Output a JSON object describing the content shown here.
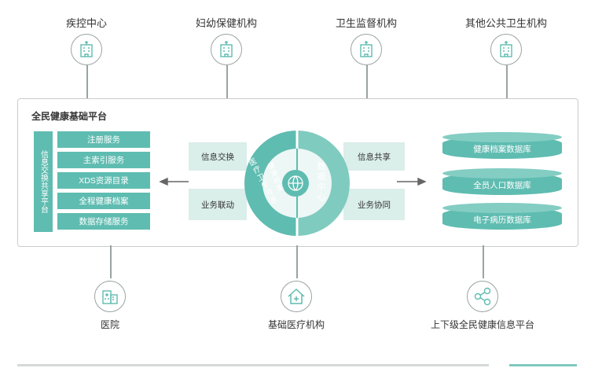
{
  "top_nodes": [
    {
      "label": "疾控中心",
      "icon": "building-icon"
    },
    {
      "label": "妇幼保健机构",
      "icon": "building-icon"
    },
    {
      "label": "卫生监督机构",
      "icon": "building-icon"
    },
    {
      "label": "其他公共卫生机构",
      "icon": "building-icon"
    }
  ],
  "platform": {
    "title": "全民健康基础平台",
    "left_column": "信息交换共享平台",
    "services": [
      "注册服务",
      "主索引服务",
      "XDS资源目录",
      "全程健康档案",
      "数据存储服务"
    ],
    "flows_left": [
      "信息交换",
      "业务联动"
    ],
    "flows_right": [
      "信息共享",
      "业务协同"
    ],
    "hub_left_ring": [
      "医疗卫生资源",
      "健康档案"
    ],
    "hub_right": "数据中心",
    "databases": [
      "健康档案数据库",
      "全员人口数据库",
      "电子病历数据库"
    ]
  },
  "bottom_nodes": [
    {
      "label": "医院",
      "icon": "hospital-icon"
    },
    {
      "label": "基础医疗机构",
      "icon": "clinic-house-icon"
    },
    {
      "label": "上下级全民健康信息平台",
      "icon": "share-network-icon"
    }
  ],
  "colors": {
    "teal": "#5fbcb1",
    "teal_light": "#daeeea",
    "line_gray": "#9aa3a3"
  }
}
